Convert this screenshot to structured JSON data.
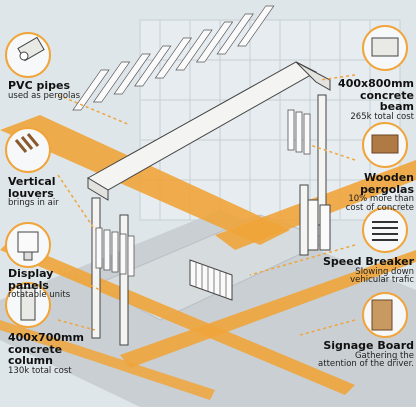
{
  "callouts": {
    "pvc": {
      "title": "PVC pipes",
      "sub": "used as pergolas"
    },
    "louvers": {
      "title": "Vertical louvers",
      "sub": "brings in air"
    },
    "display": {
      "title": "Display panels",
      "sub": "rotatable units"
    },
    "column": {
      "title": "400x700mm concrete column",
      "sub": "130k total cost"
    },
    "beam": {
      "title": "400x800mm concrete beam",
      "sub": "265k total cost"
    },
    "wooden": {
      "title": "Wooden pergolas",
      "sub": "10% more than cost of concrete"
    },
    "speed": {
      "title": "Speed Breaker",
      "sub": "Slowing down vehicular trafic"
    },
    "signage": {
      "title": "Signage Board",
      "sub": "Gathering the attention of the driver."
    }
  },
  "colors": {
    "accent": "#f0a43a",
    "road": "#c9cfd3",
    "background": "#dfe6ea",
    "structure": "#f4f4f2"
  }
}
